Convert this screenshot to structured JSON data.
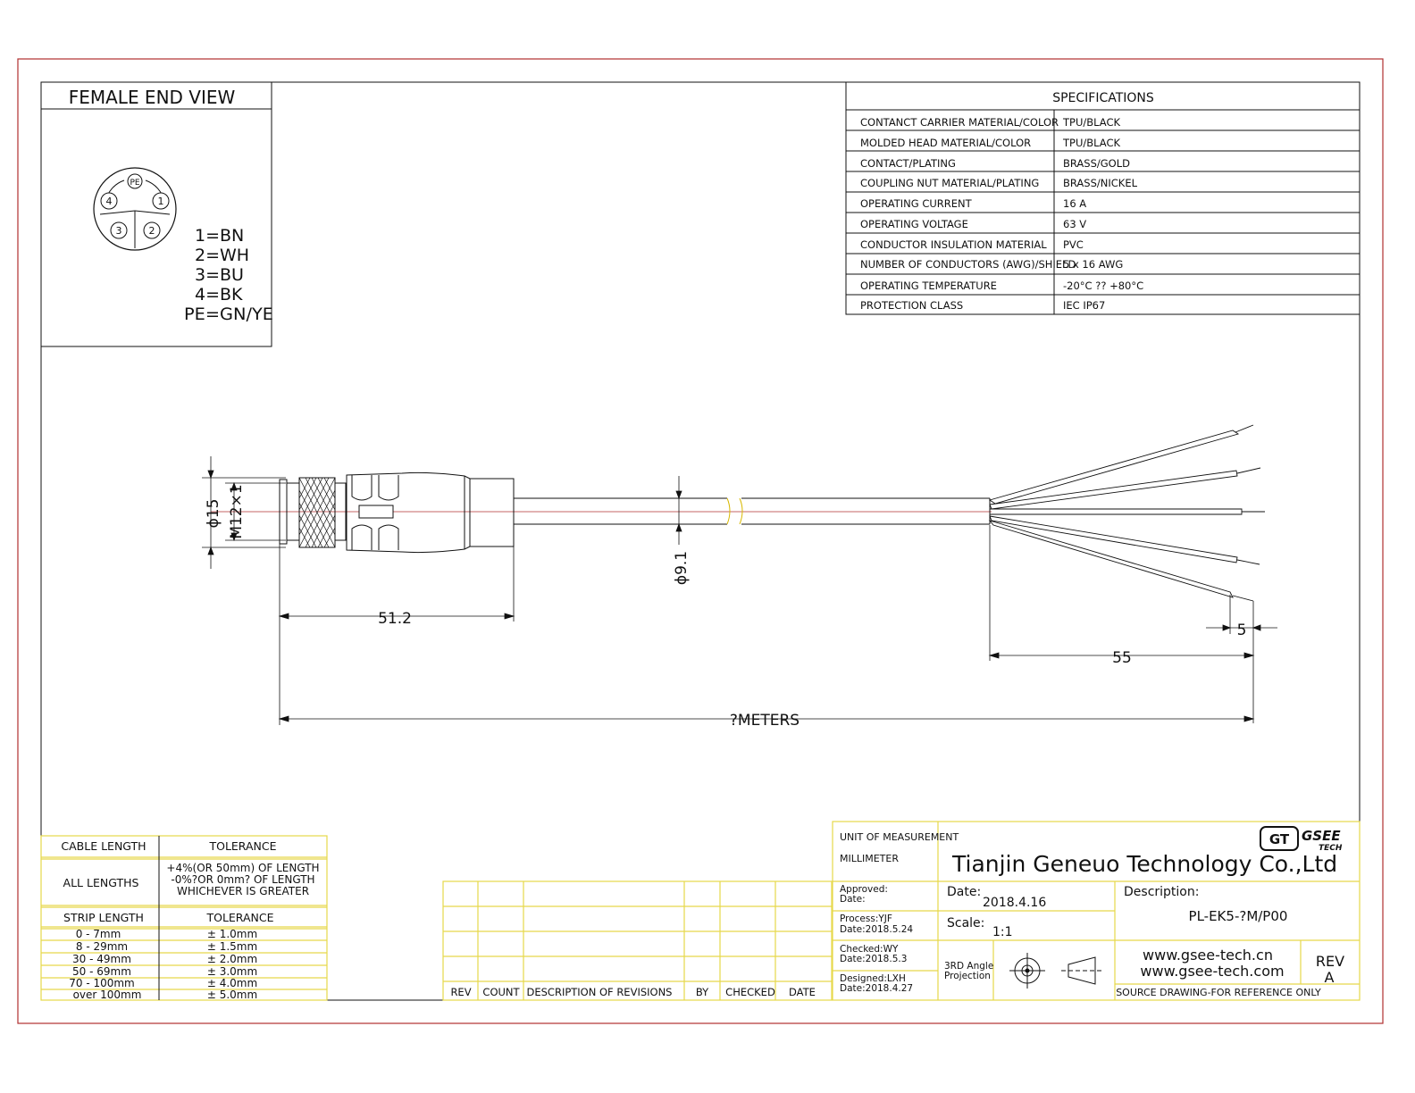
{
  "end_view": {
    "title": "FEMALE END VIEW",
    "pins": [
      "PE",
      "1",
      "2",
      "3",
      "4"
    ],
    "legend": [
      "1=BN",
      "2=WH",
      "3=BU",
      "4=BK",
      "PE=GN/YE"
    ]
  },
  "specifications": {
    "title": "SPECIFICATIONS",
    "rows": [
      {
        "label": "CONTANCT CARRIER MATERIAL/COLOR",
        "value": "TPU/BLACK"
      },
      {
        "label": "MOLDED HEAD MATERIAL/COLOR",
        "value": "TPU/BLACK"
      },
      {
        "label": "CONTACT/PLATING",
        "value": "BRASS/GOLD"
      },
      {
        "label": "COUPLING NUT MATERIAL/PLATING",
        "value": "BRASS/NICKEL"
      },
      {
        "label": "OPERATING CURRENT",
        "value": "16 A"
      },
      {
        "label": "OPERATING VOLTAGE",
        "value": "63 V"
      },
      {
        "label": "CONDUCTOR INSULATION MATERIAL",
        "value": "PVC"
      },
      {
        "label": "NUMBER OF CONDUCTORS (AWG)/SHIELD",
        "value": "5 x 16 AWG"
      },
      {
        "label": "OPERATING TEMPERATURE",
        "value": "-20°C ?? +80°C"
      },
      {
        "label": "PROTECTION CLASS",
        "value": "IEC  IP67"
      }
    ]
  },
  "dimensions": {
    "dia_15": "ϕ15",
    "thread": "M12×1",
    "length_512": "51.2",
    "cable_dia": "ϕ9.1",
    "strip_5": "5",
    "length_55": "55",
    "total": "?METERS"
  },
  "tolerance": {
    "h1": "CABLE LENGTH",
    "h2": "TOLERANCE",
    "all_label": "ALL LENGTHS",
    "all_value": [
      "+4%(OR 50mm) OF LENGTH",
      "-0%?OR 0mm? OF LENGTH",
      "WHICHEVER  IS  GREATER"
    ],
    "h3": "STRIP LENGTH",
    "h4": "TOLERANCE",
    "strip_rows": [
      {
        "range": "0 - 7mm",
        "tol": "± 1.0mm"
      },
      {
        "range": "8 - 29mm",
        "tol": "± 1.5mm"
      },
      {
        "range": "30 - 49mm",
        "tol": "± 2.0mm"
      },
      {
        "range": "50 - 69mm",
        "tol": "± 3.0mm"
      },
      {
        "range": "70 - 100mm",
        "tol": "± 4.0mm"
      },
      {
        "range": "over 100mm",
        "tol": "± 5.0mm"
      }
    ]
  },
  "revisions": {
    "headers": [
      "REV",
      "COUNT",
      "DESCRIPTION  OF  REVISIONS",
      "BY",
      "CHECKED",
      "DATE"
    ]
  },
  "title_block": {
    "unit_label": "UNIT OF MEASUREMENT",
    "unit_value": "MILLIMETER",
    "company": "Tianjin Geneuo Technology Co.,Ltd",
    "logo_mark": "GT",
    "logo_name": "GSEE",
    "logo_sub": "TECH",
    "approved_label": "Approved:",
    "approved_date": "Date:",
    "process": "Process:YJF",
    "process_date": "Date:2018.5.24",
    "checked": "Checked:WY",
    "checked_date": "Date:2018.5.3",
    "designed": "Designed:LXH",
    "designed_date": "Date:2018.4.27",
    "date_label": "Date:",
    "date_value": "2018.4.16",
    "scale_label": "Scale:",
    "scale_value": "1:1",
    "projection_1": "3RD Angle",
    "projection_2": "Projection",
    "description_label": "Description:",
    "description_value": "PL-EK5-?M/P00",
    "web1": "www.gsee-tech.cn",
    "web2": "www.gsee-tech.com",
    "rev_label": "REV",
    "rev_value": "A",
    "note": "SOURCE DRAWING-FOR REFERENCE ONLY"
  },
  "colors": {
    "frame": "#b03030",
    "tableLine": "#e6d84a",
    "line": "#111111"
  }
}
